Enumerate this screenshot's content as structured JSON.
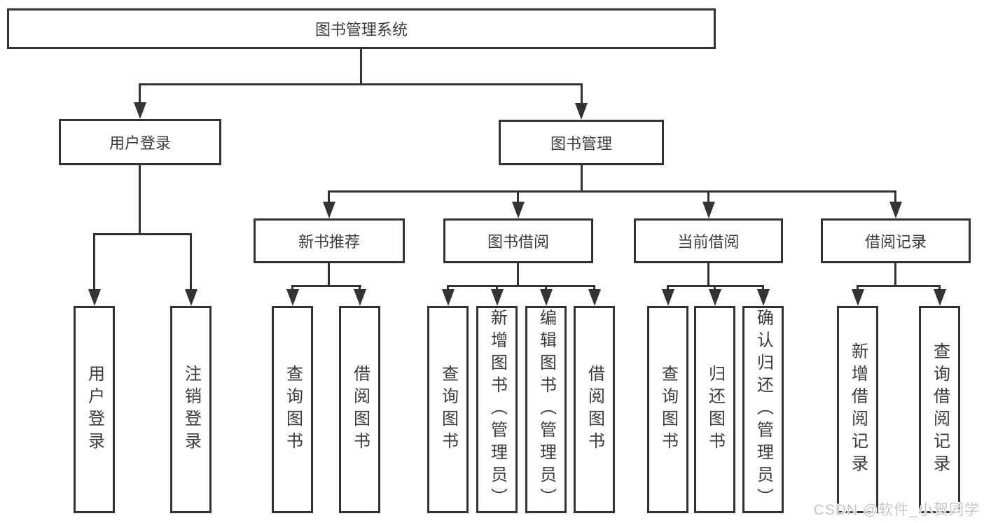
{
  "diagram": {
    "title": "图书管理系统",
    "branches": [
      {
        "label": "用户登录",
        "children": [
          {
            "label": "用户登录"
          },
          {
            "label": "注销登录"
          }
        ]
      },
      {
        "label": "图书管理",
        "children": [
          {
            "label": "新书推荐",
            "children": [
              {
                "label": "查询图书"
              },
              {
                "label": "借阅图书"
              }
            ]
          },
          {
            "label": "图书借阅",
            "children": [
              {
                "label": "查询图书"
              },
              {
                "label": "新增图书（管理员）"
              },
              {
                "label": "编辑图书（管理员）"
              },
              {
                "label": "借阅图书"
              }
            ]
          },
          {
            "label": "当前借阅",
            "children": [
              {
                "label": "查询图书"
              },
              {
                "label": "归还图书"
              },
              {
                "label": "确认归还（管理员）"
              }
            ]
          },
          {
            "label": "借阅记录",
            "children": [
              {
                "label": "新增借阅记录"
              },
              {
                "label": "查询借阅记录"
              }
            ]
          }
        ]
      }
    ]
  },
  "watermark": {
    "text": "CSDN @软件_小贺同学"
  },
  "colors": {
    "background": "#ffffff",
    "line": "#333333",
    "box_border": "#333333",
    "text": "#3b3b3b",
    "watermark": "#c6c6c6"
  }
}
